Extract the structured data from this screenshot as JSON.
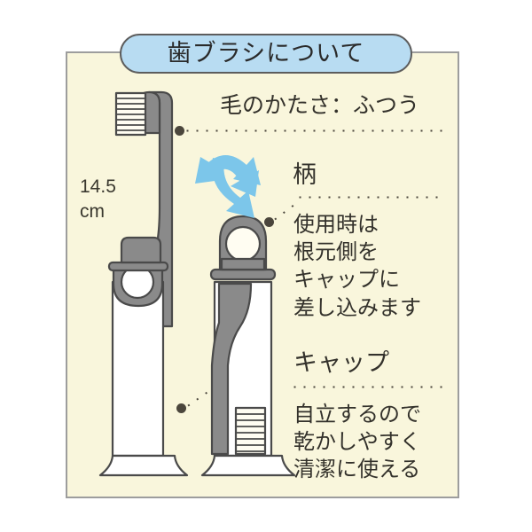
{
  "title": {
    "text": "歯ブラシについて",
    "pill_color": "#b8dcf2",
    "border_color": "#5d5d5d"
  },
  "panel": {
    "background": "#f9f6dc",
    "border_color": "#9d9d9d"
  },
  "measurement": {
    "value": "14.5",
    "unit": "cm",
    "full": "14.5\ncm"
  },
  "callouts": [
    {
      "id": "bristle-hardness",
      "label": "毛のかたさ：ふつう",
      "type": "heading"
    },
    {
      "id": "handle",
      "label": "柄",
      "type": "section"
    },
    {
      "id": "handle-body",
      "label": "使用時は\n根元側を\nキャップに\n差し込みます",
      "type": "body"
    },
    {
      "id": "cap",
      "label": "キャップ",
      "type": "section"
    },
    {
      "id": "cap-body",
      "label": "自立するので\n乾かしやすく\n清潔に使える",
      "type": "body"
    }
  ],
  "arrow": {
    "name": "swap-arrow",
    "color": "#7cc6ea",
    "direction": "double-headed-curved"
  },
  "illustrations": {
    "left": {
      "name": "toothbrush-with-cap-separated",
      "handle_color": "#808080",
      "cap_color": "#ffffff"
    },
    "right": {
      "name": "toothbrush-inserted-in-cap",
      "handle_color": "#808080",
      "cap_color": "#ffffff"
    }
  }
}
